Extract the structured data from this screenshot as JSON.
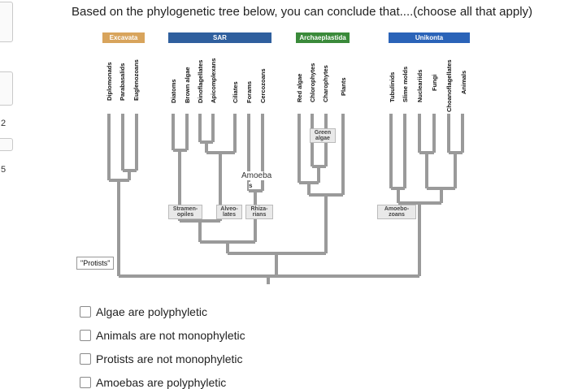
{
  "side": {
    "num2": "2",
    "num5": "5"
  },
  "question": "Based on the phylogenetic tree below, you can conclude that....(choose all that apply)",
  "groups": [
    {
      "name": "Excavata",
      "color": "#d8a45c"
    },
    {
      "name": "SAR",
      "color": "#2f5f9e"
    },
    {
      "name": "Archaeplastida",
      "color": "#3a8a3a"
    },
    {
      "name": "Unikonta",
      "color": "#2a63b8"
    }
  ],
  "taxa": {
    "excavata": [
      "Diplomonads",
      "Parabasalids",
      "Euglenozoans"
    ],
    "sar": [
      "Diatoms",
      "Brown algae",
      "Dinoflagellates",
      "Apicomplexans",
      "Ciliates",
      "Forams",
      "Cercozoans"
    ],
    "archaeplastida": [
      "Red algae",
      "Chlorophytes",
      "Charophytes",
      "Plants"
    ],
    "unikonta": [
      "Tubulinids",
      "Slime molds",
      "Nucleariids",
      "Fungi",
      "Choanoflagellates",
      "Animals"
    ]
  },
  "clades": {
    "stramenopiles": "Stramen-opiles",
    "alveolates": "Alveo-lates",
    "rhizarians": "Rhiza-rians",
    "green_algae": "Green algae",
    "amoebozoans": "Amoebo-zoans"
  },
  "amoeba": "Amoeba",
  "amoeba_s": "s",
  "protists": "\"Protists\"",
  "options": [
    "Algae are polyphyletic",
    "Animals are not monophyletic",
    "Protists are not monophyletic",
    "Amoebas are polyphyletic"
  ]
}
